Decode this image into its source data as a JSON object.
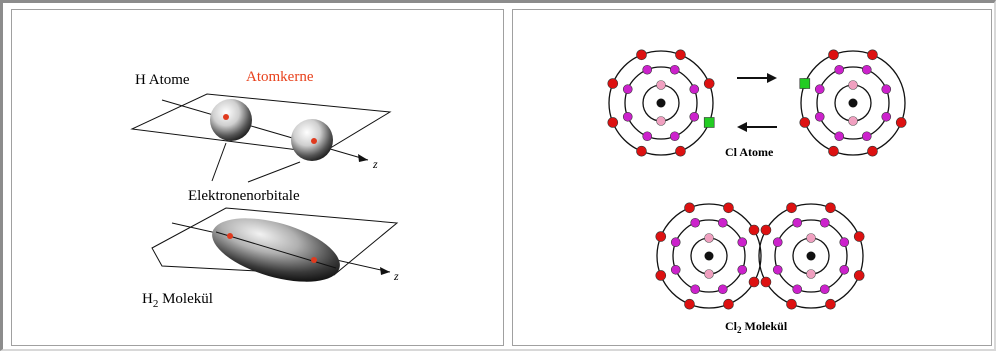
{
  "left_panel": {
    "h_atoms_label": "H Atome",
    "nuclei_label": "Atomkerne",
    "orbitals_label": "Elektronenorbitale",
    "molecule_label_main": "H",
    "molecule_label_sub": "2",
    "molecule_label_rest": " Molekül",
    "axis_label_top": "z",
    "axis_label_bottom": "z"
  },
  "right_panel": {
    "atoms_label": "Cl Atome",
    "molecule_label_main": "Cl",
    "molecule_label_sub": "2",
    "molecule_label_rest": " Molekül"
  },
  "colors": {
    "nucleus_red": "#e03a1e",
    "nuclei_text": "#e8411c",
    "outer_electron": "#dd1111",
    "middle_electron": "#cc22cc",
    "inner_electron": "#f0a0c0",
    "transfer_electron": "#22cc22"
  }
}
